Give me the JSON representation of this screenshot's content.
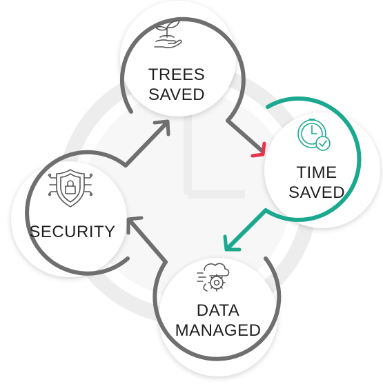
{
  "nodes": [
    {
      "id": "trees",
      "line1": "TREES",
      "line2": "SAVED",
      "icon": "sprout-in-hand-icon",
      "ring_color": "#6f6f6f"
    },
    {
      "id": "time",
      "line1": "TIME",
      "line2": "SAVED",
      "icon": "clock-check-icon",
      "ring_color": "#1aa88e"
    },
    {
      "id": "data",
      "line1": "DATA",
      "line2": "MANAGED",
      "icon": "cloud-gear-data-icon",
      "ring_color": "#6f6f6f"
    },
    {
      "id": "security",
      "line1": "SECURITY",
      "line2": "",
      "icon": "shield-lock-circuit-icon",
      "ring_color": "#6f6f6f"
    }
  ],
  "colors": {
    "ring_gray": "#6f6f6f",
    "accent_teal": "#1aa88e",
    "accent_red": "#e8334a",
    "watermark": "#ededed",
    "text": "#1e1e1e"
  },
  "background_watermark": "clock-icon"
}
